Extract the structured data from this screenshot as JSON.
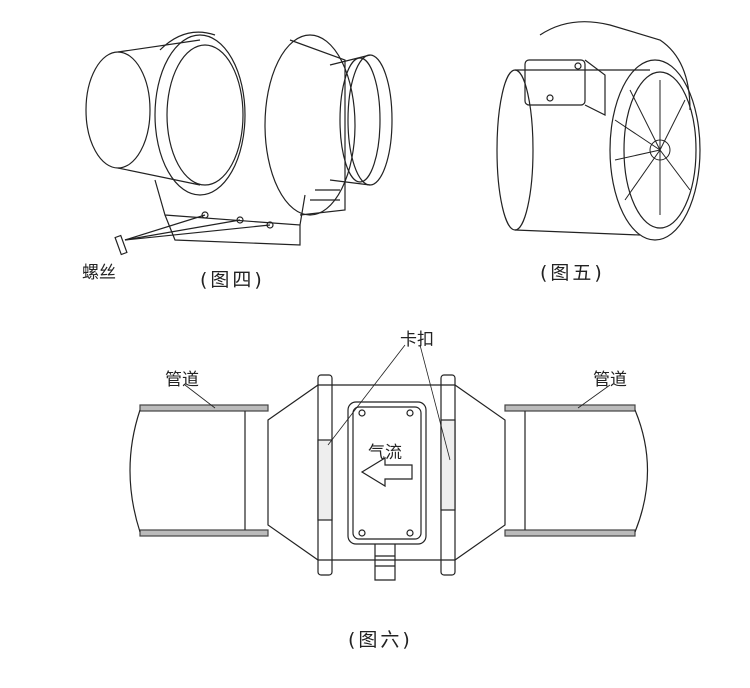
{
  "figure4": {
    "caption": "(图四)",
    "screw_label": "螺丝"
  },
  "figure5": {
    "caption": "(图五)"
  },
  "figure6": {
    "caption": "(图六)",
    "clip_label": "卡扣",
    "pipe_label_left": "管道",
    "pipe_label_right": "管道",
    "airflow_label": "气流"
  }
}
